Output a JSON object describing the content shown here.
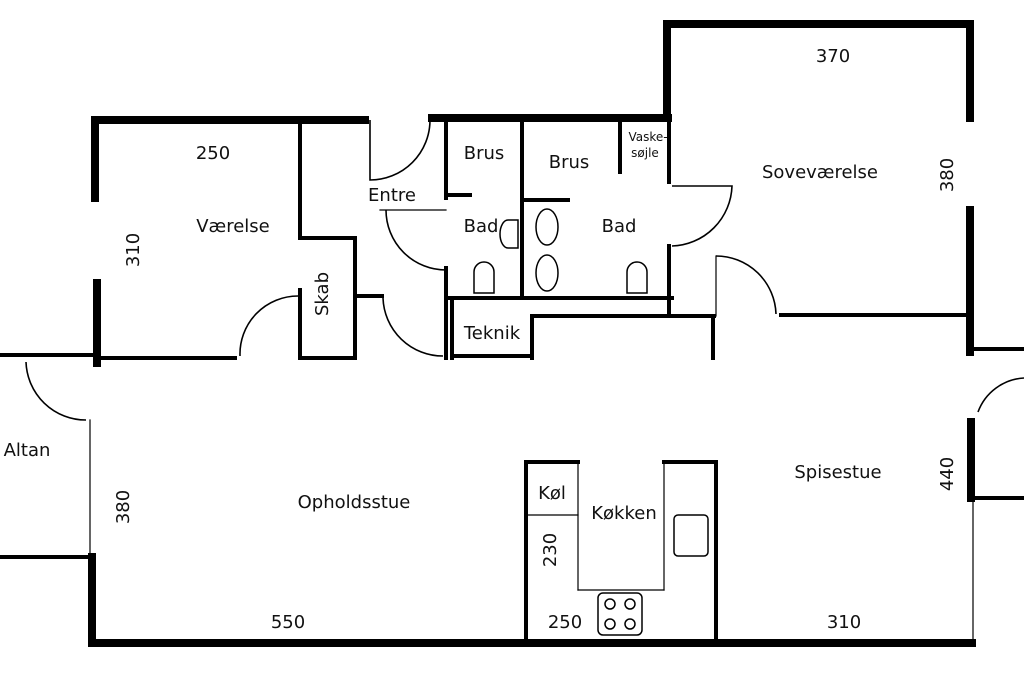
{
  "rooms": {
    "vaerelse": "Værelse",
    "entre": "Entre",
    "skab": "Skab",
    "brus1": "Brus",
    "bad1": "Bad",
    "brus2": "Brus",
    "bad2": "Bad",
    "vaskesojle_line1": "Vaske-",
    "vaskesojle_line2": "søjle",
    "sovevaerelse": "Soveværelse",
    "teknik": "Teknik",
    "altan": "Altan",
    "opholdsstue": "Opholdsstue",
    "kol": "Køl",
    "kokken": "Køkken",
    "spisestue": "Spisestue"
  },
  "dimensions": {
    "vaerelse_width": "250",
    "vaerelse_depth": "310",
    "sove_width": "370",
    "sove_depth": "380",
    "ophold_depth": "380",
    "ophold_width": "550",
    "kokken_depth": "230",
    "kokken_width": "250",
    "spise_width": "310",
    "spise_depth": "440"
  }
}
